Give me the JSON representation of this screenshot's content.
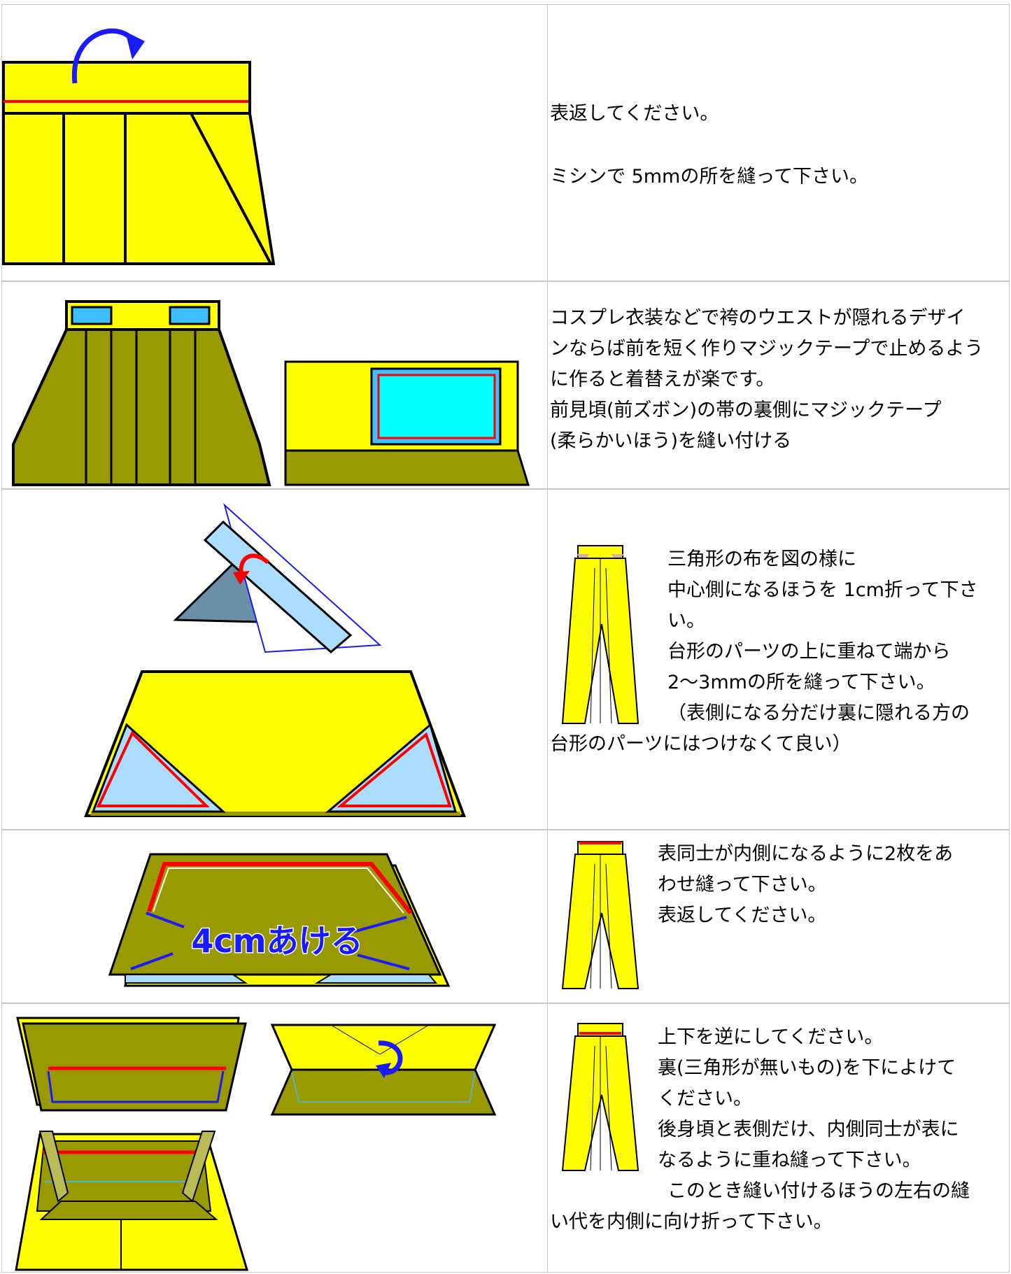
{
  "colors": {
    "yellow": "#ffff00",
    "olive": "#999900",
    "red": "#ff0000",
    "blue": "#1a1aff",
    "light_blue": "#aaddff",
    "cyan": "#00ffff",
    "slate": "#6a8fa8",
    "border": "#c8c8c8"
  },
  "steps": [
    {
      "id": 1,
      "text_lines": [
        "表返してください。",
        "ミシンで 5mmの所を縫って下さい。"
      ]
    },
    {
      "id": 2,
      "text_lines": [
        "コスプレ衣装などで袴のウエストが隠れるデザイ",
        "ンならば前を短く作りマジックテープで止めるよう",
        "に作ると着替えが楽です。",
        "前見頃(前ズボン)の帯の裏側にマジックテープ",
        "(柔らかいほう)を縫い付ける"
      ]
    },
    {
      "id": 3,
      "text_lines": [
        "三角形の布を図の様に",
        "中心側になるほうを 1cm折って下さ",
        "い。",
        "台形のパーツの上に重ねて端から",
        "2～3mmの所を縫って下さい。",
        "（表側になる分だけ裏に隠れる方の",
        "台形のパーツにはつけなくて良い）"
      ]
    },
    {
      "id": 4,
      "image_label": "4cmあける",
      "text_lines": [
        "表同士が内側になるように2枚をあ",
        "わせ縫って下さい。",
        "表返してください。"
      ]
    },
    {
      "id": 5,
      "text_lines": [
        "上下を逆にしてください。",
        "裏(三角形が無いもの)を下によけて",
        "ください。",
        "後身頃と表側だけ、内側同士が表に",
        "なるように重ね縫って下さい。",
        "このとき縫い付けるほうの左右の縫",
        "い代を内側に向け折って下さい。"
      ]
    }
  ]
}
